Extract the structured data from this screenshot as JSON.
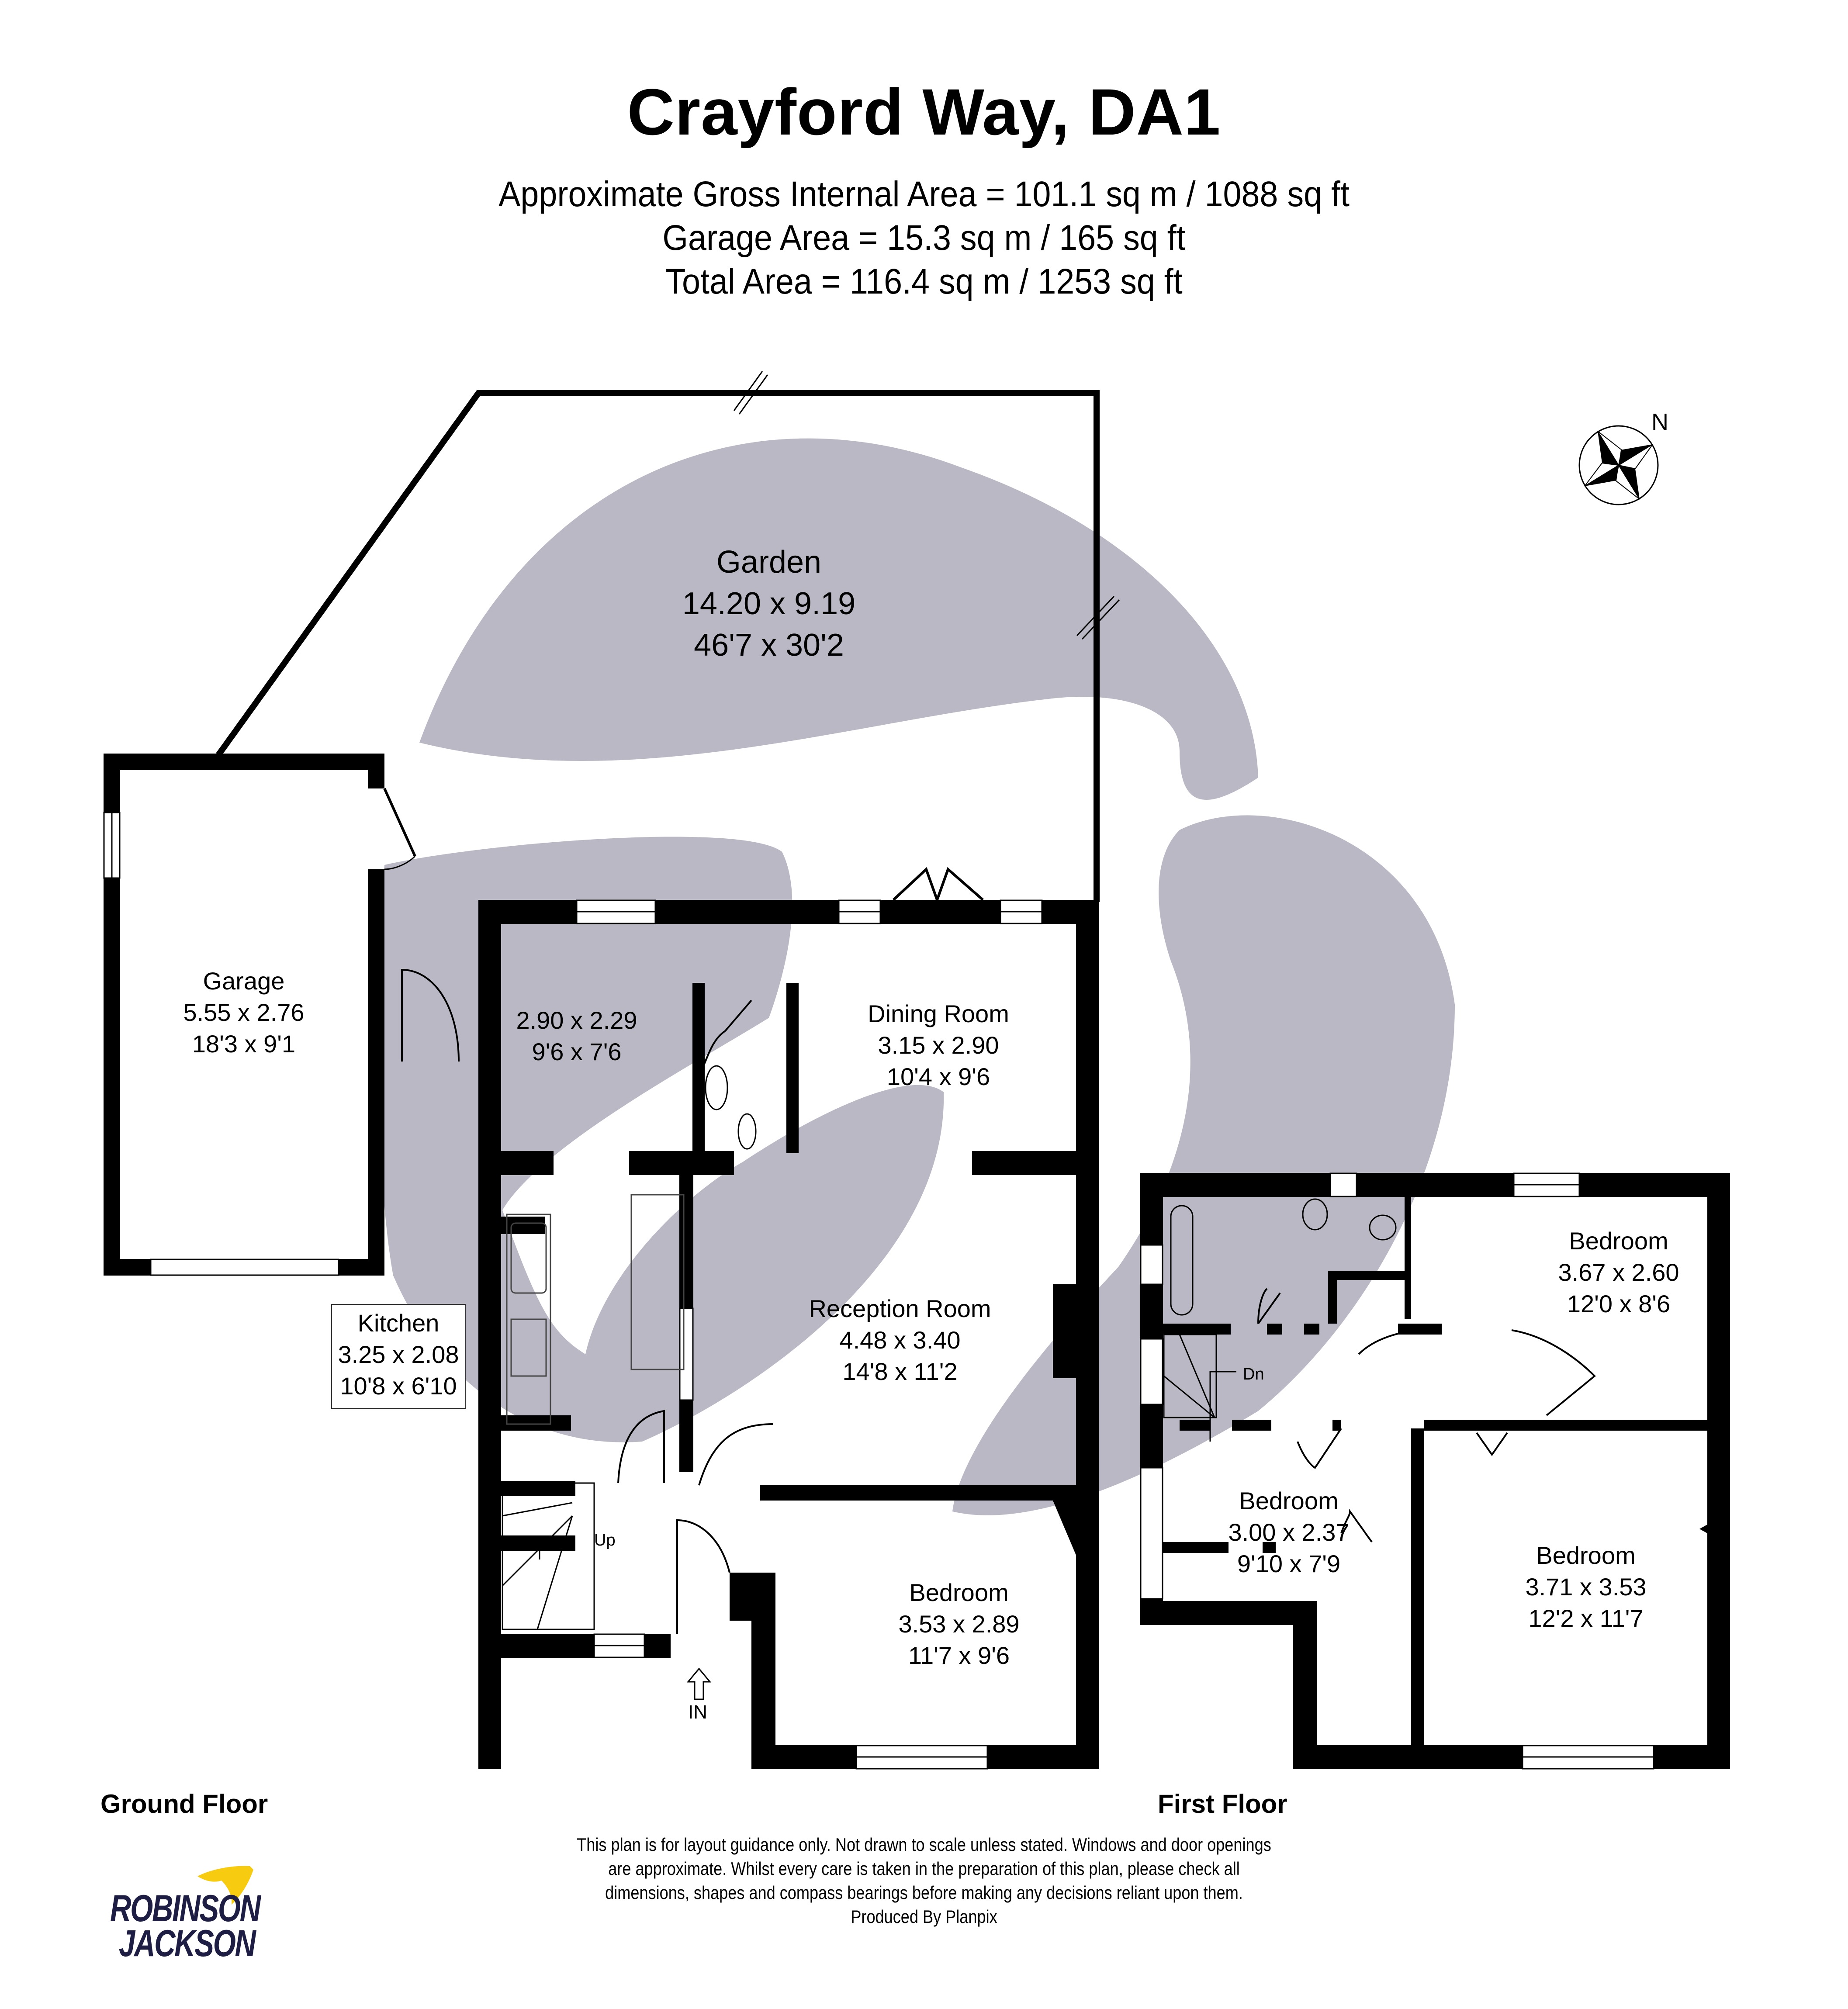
{
  "header": {
    "title": "Crayford Way, DA1",
    "areas": [
      "Approximate Gross Internal Area = 101.1 sq m / 1088 sq ft",
      "Garage Area = 15.3 sq m / 165 sq ft",
      "Total Area = 116.4 sq m / 1253 sq ft"
    ]
  },
  "compass": {
    "icon": "compass-rose-icon",
    "label": "N"
  },
  "ground_floor": {
    "label": "Ground Floor",
    "rooms": {
      "garden": {
        "name": "Garden",
        "metric": "14.20 x 9.19",
        "imperial": "46'7 x 30'2"
      },
      "garage": {
        "name": "Garage",
        "metric": "5.55 x 2.76",
        "imperial": "18'3 x 9'1"
      },
      "utility": {
        "name": "",
        "metric": "2.90 x 2.29",
        "imperial": "9'6 x 7'6"
      },
      "dining": {
        "name": "Dining Room",
        "metric": "3.15 x 2.90",
        "imperial": "10'4 x 9'6"
      },
      "kitchen": {
        "name": "Kitchen",
        "metric": "3.25 x 2.08",
        "imperial": "10'8 x 6'10"
      },
      "reception": {
        "name": "Reception Room",
        "metric": "4.48 x 3.40",
        "imperial": "14'8 x 11'2"
      },
      "bedroom": {
        "name": "Bedroom",
        "metric": "3.53 x 2.89",
        "imperial": "11'7 x 9'6"
      }
    },
    "stairs_label": "Up",
    "entrance_label": "IN"
  },
  "first_floor": {
    "label": "First Floor",
    "rooms": {
      "bedroom_front_right": {
        "name": "Bedroom",
        "metric": "3.67 x 2.60",
        "imperial": "12'0 x 8'6"
      },
      "bedroom_small": {
        "name": "Bedroom",
        "metric": "3.00 x 2.37",
        "imperial": "9'10 x 7'9"
      },
      "bedroom_large": {
        "name": "Bedroom",
        "metric": "3.71 x 3.53",
        "imperial": "12'2 x 11'7"
      }
    },
    "stairs_label": "Dn"
  },
  "footer": {
    "disclaimer_lines": [
      "This plan is for layout guidance only. Not drawn to scale unless stated. Windows and door openings",
      "are approximate. Whilst every care is taken in the preparation of this plan, please check all",
      "dimensions, shapes and compass bearings before making any decisions reliant upon them.",
      "Produced By Planpix"
    ]
  },
  "logo": {
    "line1": "ROBINSON",
    "line2": "JACKSON",
    "icon": "swallow-bird-icon"
  },
  "colors": {
    "wall": "#000000",
    "watermark": "#B9B8C4",
    "logo_text": "#1E1E45",
    "logo_bird": "#F7CB0F"
  }
}
